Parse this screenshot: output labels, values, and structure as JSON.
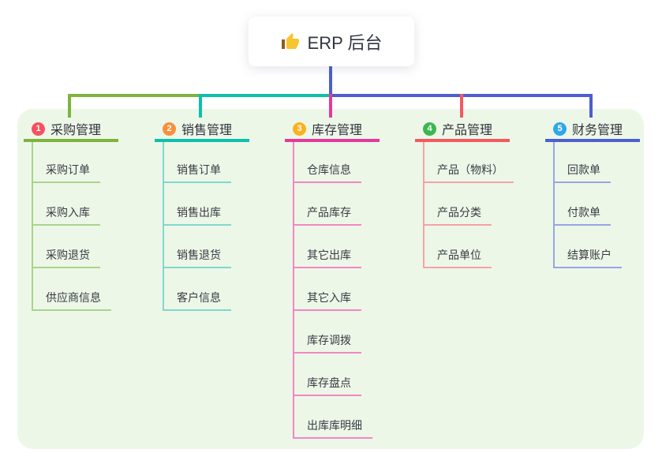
{
  "canvas": {
    "panel_bg": "#edf7e8",
    "root_line_color": "#4d5ecf"
  },
  "root": {
    "label": "ERP 后台",
    "icon": "thumbs-up",
    "icon_colors": {
      "hand": "#f7c52e",
      "cuff": "#8d5c24"
    }
  },
  "branches": [
    {
      "index": "1",
      "label": "采购管理",
      "badge_color": "#f8505f",
      "line_color": "#7db43e",
      "child_line_color": "#a9d489",
      "children": [
        "采购订单",
        "采购入库",
        "采购退货",
        "供应商信息"
      ]
    },
    {
      "index": "2",
      "label": "销售管理",
      "badge_color": "#f9903c",
      "line_color": "#0dbfad",
      "child_line_color": "#7fd9cc",
      "children": [
        "销售订单",
        "销售出库",
        "销售退货",
        "客户信息"
      ]
    },
    {
      "index": "3",
      "label": "库存管理",
      "badge_color": "#fbb01f",
      "line_color": "#e5399f",
      "child_line_color": "#f287c4",
      "children": [
        "仓库信息",
        "产品库存",
        "其它出库",
        "其它入库",
        "库存调拨",
        "库存盘点",
        "出库库明细"
      ]
    },
    {
      "index": "4",
      "label": "产品管理",
      "badge_color": "#3cb650",
      "line_color": "#f5595f",
      "child_line_color": "#f6a2a4",
      "children": [
        "产品（物料）",
        "产品分类",
        "产品单位"
      ]
    },
    {
      "index": "5",
      "label": "财务管理",
      "badge_color": "#2fa7e9",
      "line_color": "#4d5ecf",
      "child_line_color": "#96a6e3",
      "children": [
        "回款单",
        "付款单",
        "结算账户"
      ]
    }
  ]
}
